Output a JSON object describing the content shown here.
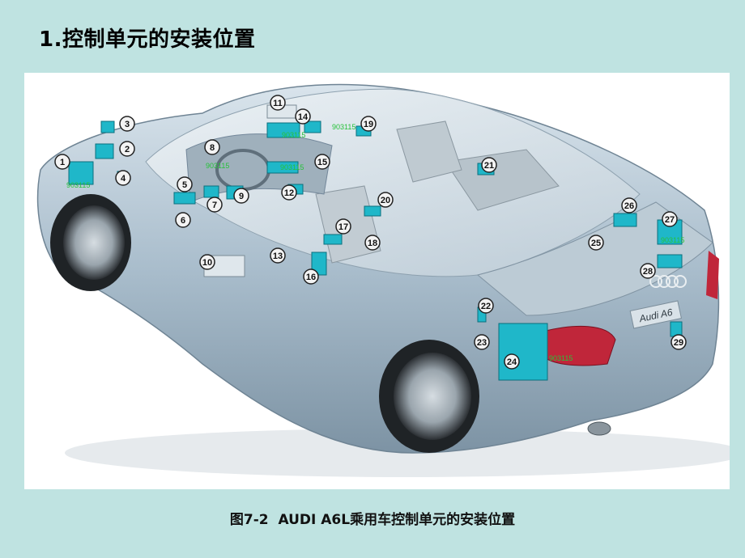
{
  "slide": {
    "title": "1.控制单元的安装位置"
  },
  "figure": {
    "caption_label": "图7-2",
    "caption_text": "AUDI A6L乘用车控制单元的安装位置",
    "rear_badge": "Audi A6",
    "module_color": "#1fb7c9",
    "body_color": "#a7bccb",
    "callouts": [
      "1",
      "2",
      "3",
      "4",
      "5",
      "6",
      "7",
      "8",
      "9",
      "10",
      "11",
      "12",
      "13",
      "14",
      "15",
      "16",
      "17",
      "18",
      "19",
      "20",
      "21",
      "22",
      "23",
      "24",
      "25",
      "26",
      "27",
      "28",
      "29"
    ],
    "code_labels": [
      "903115",
      "903115",
      "903115",
      "903115",
      "903115",
      "903115",
      "903115"
    ]
  }
}
